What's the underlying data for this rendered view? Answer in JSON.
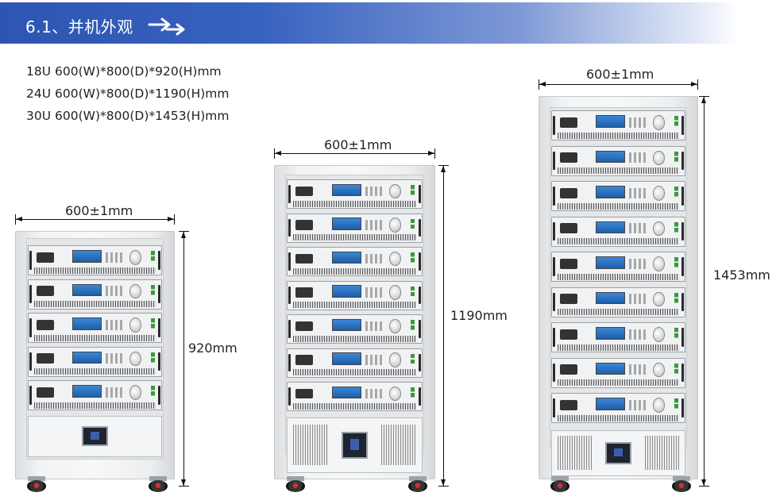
{
  "header": {
    "title": "6.1、并机外观",
    "gradient_start": "#2d55b2",
    "arrow_icon": "double-arrow-right-icon"
  },
  "specs": [
    "18U 600(W)*800(D)*920(H)mm",
    "24U 600(W)*800(D)*1190(H)mm",
    "30U 600(W)*800(D)*1453(H)mm"
  ],
  "cabinets": [
    {
      "id": "cabinet-18u",
      "width_label": "600±1mm",
      "height_label": "920mm",
      "units": 5
    },
    {
      "id": "cabinet-24u",
      "width_label": "600±1mm",
      "height_label": "1190mm",
      "units": 7
    },
    {
      "id": "cabinet-30u",
      "width_label": "600±1mm",
      "height_label": "1453mm",
      "units": 9
    }
  ],
  "colors": {
    "accent_blue": "#2d55b2",
    "screen_blue": "#2f78c8",
    "caster_red": "#cf3030"
  }
}
